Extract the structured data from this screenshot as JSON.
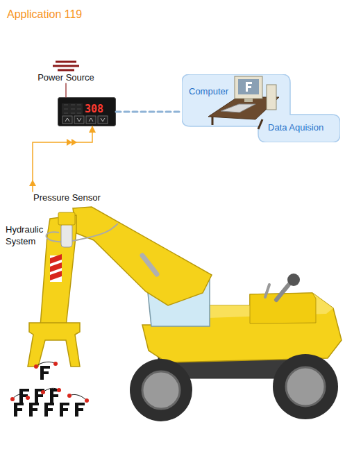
{
  "diagram": {
    "title": "Application 119",
    "nodes": [
      {
        "text": [
          "Power Source"
        ]
      },
      {
        "text": [
          "308"
        ]
      },
      {
        "text": [
          "Computer",
          "Data Aquision"
        ]
      },
      {
        "text": [
          "Pressure Sensor"
        ]
      }
    ],
    "edges": [
      {
        "from": 0,
        "to": 1,
        "arrow": "none"
      },
      {
        "from": 3,
        "to": 1,
        "arrow": "to"
      },
      {
        "from": 1,
        "to": 2,
        "arrow": "none"
      }
    ],
    "labels": [
      "Hydraulic System"
    ]
  }
}
